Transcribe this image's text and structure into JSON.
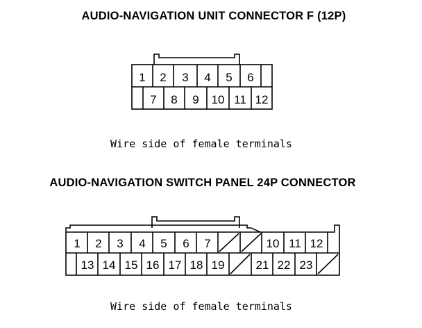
{
  "connector_f": {
    "title": "AUDIO-NAVIGATION UNIT CONNECTOR F (12P)",
    "row1": [
      "1",
      "2",
      "3",
      "4",
      "5",
      "6"
    ],
    "row2": [
      "7",
      "8",
      "9",
      "10",
      "11",
      "12"
    ],
    "caption": "Wire side of female terminals"
  },
  "connector_24p": {
    "title": "AUDIO-NAVIGATION SWITCH PANEL 24P CONNECTOR",
    "row1": [
      "1",
      "2",
      "3",
      "4",
      "5",
      "6",
      "7",
      "",
      "",
      "10",
      "11",
      "12"
    ],
    "row2": [
      "13",
      "14",
      "15",
      "16",
      "17",
      "18",
      "19",
      "",
      "21",
      "22",
      "23",
      ""
    ],
    "caption": "Wire side of female terminals"
  }
}
